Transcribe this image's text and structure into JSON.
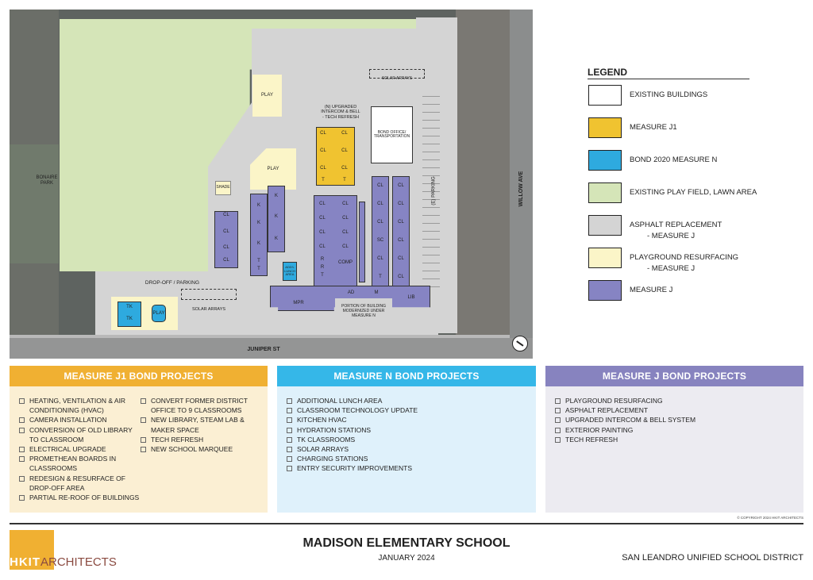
{
  "site_plan": {
    "street_bottom": "JUNIPER ST",
    "street_right": "WILLOW AVE",
    "park": "BONAIRE\nPARK",
    "parking_right": "(E) PARKING",
    "dropoff": "DROP-OFF / PARKING",
    "solar_top": "SOLAR ARRAYS",
    "solar_bottom": "SOLAR ARRAYS",
    "intercom_note": "(N) UPGRADED\nINTERCOM & BELL\n- TECH REFRESH",
    "bond_office": "BOND OFFICE/\nTRANSPORTATION",
    "portion_note": "PORTION OF BUILDING\nMODERNIZED UNDER\nMEASURE N",
    "play_top": "PLAY",
    "play_mid": "PLAY",
    "play_tk": "PLAY",
    "shade": "SHADE",
    "lunch_area": "ADD'L\nLUNCH\nAREA",
    "mpr": "MPR",
    "ad": "AD",
    "m": "M",
    "lib": "LIB",
    "comp": "COMP",
    "sc": "SC",
    "tk": "TK",
    "cl": "CL",
    "k": "K",
    "t": "T",
    "r": "R"
  },
  "legend": {
    "title": "LEGEND",
    "items": [
      {
        "label": "EXISTING BUILDINGS",
        "color": "#ffffff"
      },
      {
        "label": "MEASURE J1",
        "color": "#f0c330"
      },
      {
        "label": "BOND 2020 MEASURE N",
        "color": "#2eaadf"
      },
      {
        "label": "EXISTING PLAY FIELD, LAWN AREA",
        "color": "#d5e5b8"
      },
      {
        "label": "ASPHALT REPLACEMENT",
        "label2": "- MEASURE J",
        "color": "#d4d4d4"
      },
      {
        "label": "PLAYGROUND RESURFACING",
        "label2": "- MEASURE J",
        "color": "#fbf5c8"
      },
      {
        "label": "MEASURE J",
        "color": "#8684c3"
      }
    ]
  },
  "panels": {
    "j1": {
      "title": "MEASURE J1 BOND PROJECTS",
      "color": "#f0b032",
      "col1": [
        "HEATING, VENTILATION & AIR\nCONDITIONING (HVAC)",
        "CAMERA INSTALLATION",
        "CONVERSION OF OLD LIBRARY\nTO CLASSROOM",
        "ELECTRICAL UPGRADE",
        "PROMETHEAN BOARDS IN\nCLASSROOMS",
        "REDESIGN & RESURFACE OF\nDROP-OFF AREA",
        "PARTIAL RE-ROOF OF BUILDINGS"
      ],
      "col2": [
        "CONVERT FORMER DISTRICT\nOFFICE TO 9 CLASSROOMS",
        "NEW LIBRARY, STEAM LAB &\nMAKER SPACE",
        "TECH REFRESH",
        "NEW SCHOOL MARQUEE"
      ]
    },
    "n": {
      "title": "MEASURE N BOND PROJECTS",
      "color": "#35b7e8",
      "items": [
        "ADDITIONAL LUNCH AREA",
        "CLASSROOM TECHNOLOGY UPDATE",
        "KITCHEN HVAC",
        "HYDRATION STATIONS",
        "TK CLASSROOMS",
        "SOLAR ARRAYS",
        "CHARGING STATIONS",
        "ENTRY SECURITY IMPROVEMENTS"
      ]
    },
    "j": {
      "title": "MEASURE J BOND PROJECTS",
      "color": "#8783bf",
      "items": [
        "PLAYGROUND RESURFACING",
        "ASPHALT REPLACEMENT",
        "UPGRADED INTERCOM & BELL SYSTEM",
        "EXTERIOR PAINTING",
        "TECH REFRESH"
      ]
    }
  },
  "copyright": "© COPYRIGHT 2024 HKIT ARCHITECTS",
  "footer": {
    "logo_bold": "HKIT",
    "logo_light": "ARCHITECTS",
    "school": "MADISON ELEMENTARY SCHOOL",
    "date": "JANUARY 2024",
    "district": "SAN LEANDRO UNIFIED SCHOOL DISTRICT"
  }
}
